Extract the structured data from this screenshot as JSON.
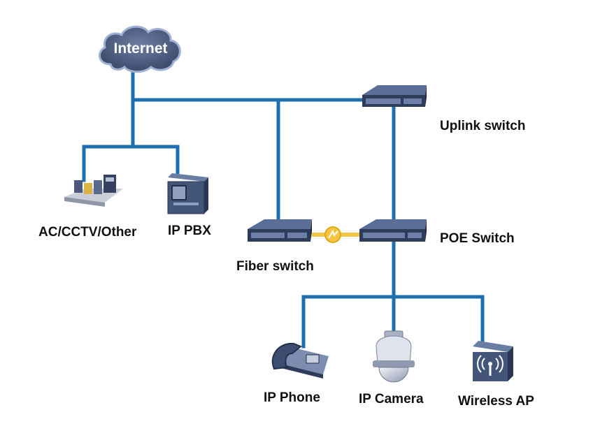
{
  "colors": {
    "link": "#1f6fae",
    "fiber": "#f2c84b",
    "device_top": "#4a5f86",
    "device_front": "#2d3c59",
    "cloud": "#4a5a7d"
  },
  "internet": {
    "label": "Internet",
    "icon": "cloud-icon"
  },
  "devices": {
    "uplink_switch": {
      "label": "Uplink switch",
      "icon": "switch-icon"
    },
    "ac_cctv_other": {
      "label": "AC/CCTV/Other",
      "icon": "server-rack-icon"
    },
    "ip_pbx": {
      "label": "IP PBX",
      "icon": "pbx-icon"
    },
    "fiber_switch": {
      "label": "Fiber switch",
      "icon": "switch-icon"
    },
    "poe_switch": {
      "label": "POE Switch",
      "icon": "switch-icon"
    },
    "ip_phone": {
      "label": "IP Phone",
      "icon": "phone-icon"
    },
    "ip_camera": {
      "label": "IP Camera",
      "icon": "dome-camera-icon"
    },
    "wireless_ap": {
      "label": "Wireless AP",
      "icon": "wireless-ap-icon"
    }
  },
  "links": [
    {
      "from": "internet",
      "to": "uplink_switch",
      "type": "ethernet"
    },
    {
      "from": "internet",
      "to": "ac_cctv_other",
      "type": "ethernet"
    },
    {
      "from": "internet",
      "to": "ip_pbx",
      "type": "ethernet"
    },
    {
      "from": "internet",
      "to": "fiber_switch",
      "type": "ethernet"
    },
    {
      "from": "uplink_switch",
      "to": "poe_switch",
      "type": "ethernet"
    },
    {
      "from": "fiber_switch",
      "to": "poe_switch",
      "type": "fiber"
    },
    {
      "from": "poe_switch",
      "to": "ip_phone",
      "type": "ethernet"
    },
    {
      "from": "poe_switch",
      "to": "ip_camera",
      "type": "ethernet"
    },
    {
      "from": "poe_switch",
      "to": "wireless_ap",
      "type": "ethernet"
    }
  ]
}
